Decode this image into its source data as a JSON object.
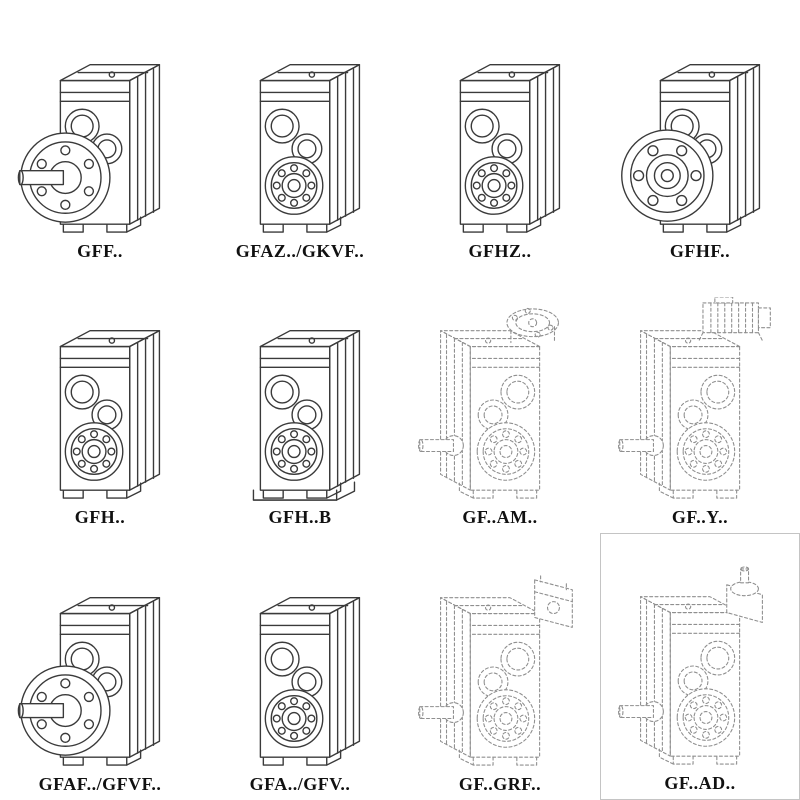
{
  "page": {
    "background": "#ffffff",
    "line_color_solid": "#3a3a3a",
    "line_color_dashed": "#8f8f8f",
    "description": "Gear reducer model family overview, 4 x 3 grid of technical line drawings"
  },
  "grid": {
    "items": [
      {
        "label": "GFF..",
        "drawing": "flange-output-gearbox"
      },
      {
        "label": "GFAZ../GKVF..",
        "drawing": "hollow-shaft-gearbox"
      },
      {
        "label": "GFHZ..",
        "drawing": "hollow-shaft-gearbox"
      },
      {
        "label": "GFHF..",
        "drawing": "front-flange-gearbox"
      },
      {
        "label": "GFH..",
        "drawing": "shaft-mounted-gearbox"
      },
      {
        "label": "GFH..B",
        "drawing": "shaft-mounted-gearbox-with-base"
      },
      {
        "label": "GF..AM..",
        "drawing": "gearbox-with-motor-adapter-flange-dashed"
      },
      {
        "label": "GF..Y..",
        "drawing": "gearbox-with-mounted-motor-dashed"
      },
      {
        "label": "GFAF../GFVF..",
        "drawing": "flange-output-gearbox"
      },
      {
        "label": "GFA../GFV..",
        "drawing": "hollow-shaft-gearbox"
      },
      {
        "label": "GF..GRF..",
        "drawing": "gearbox-with-input-adapter-block-dashed"
      },
      {
        "label": "GF..AD..",
        "drawing": "gearbox-with-input-shaft-adapter-dashed"
      }
    ]
  }
}
